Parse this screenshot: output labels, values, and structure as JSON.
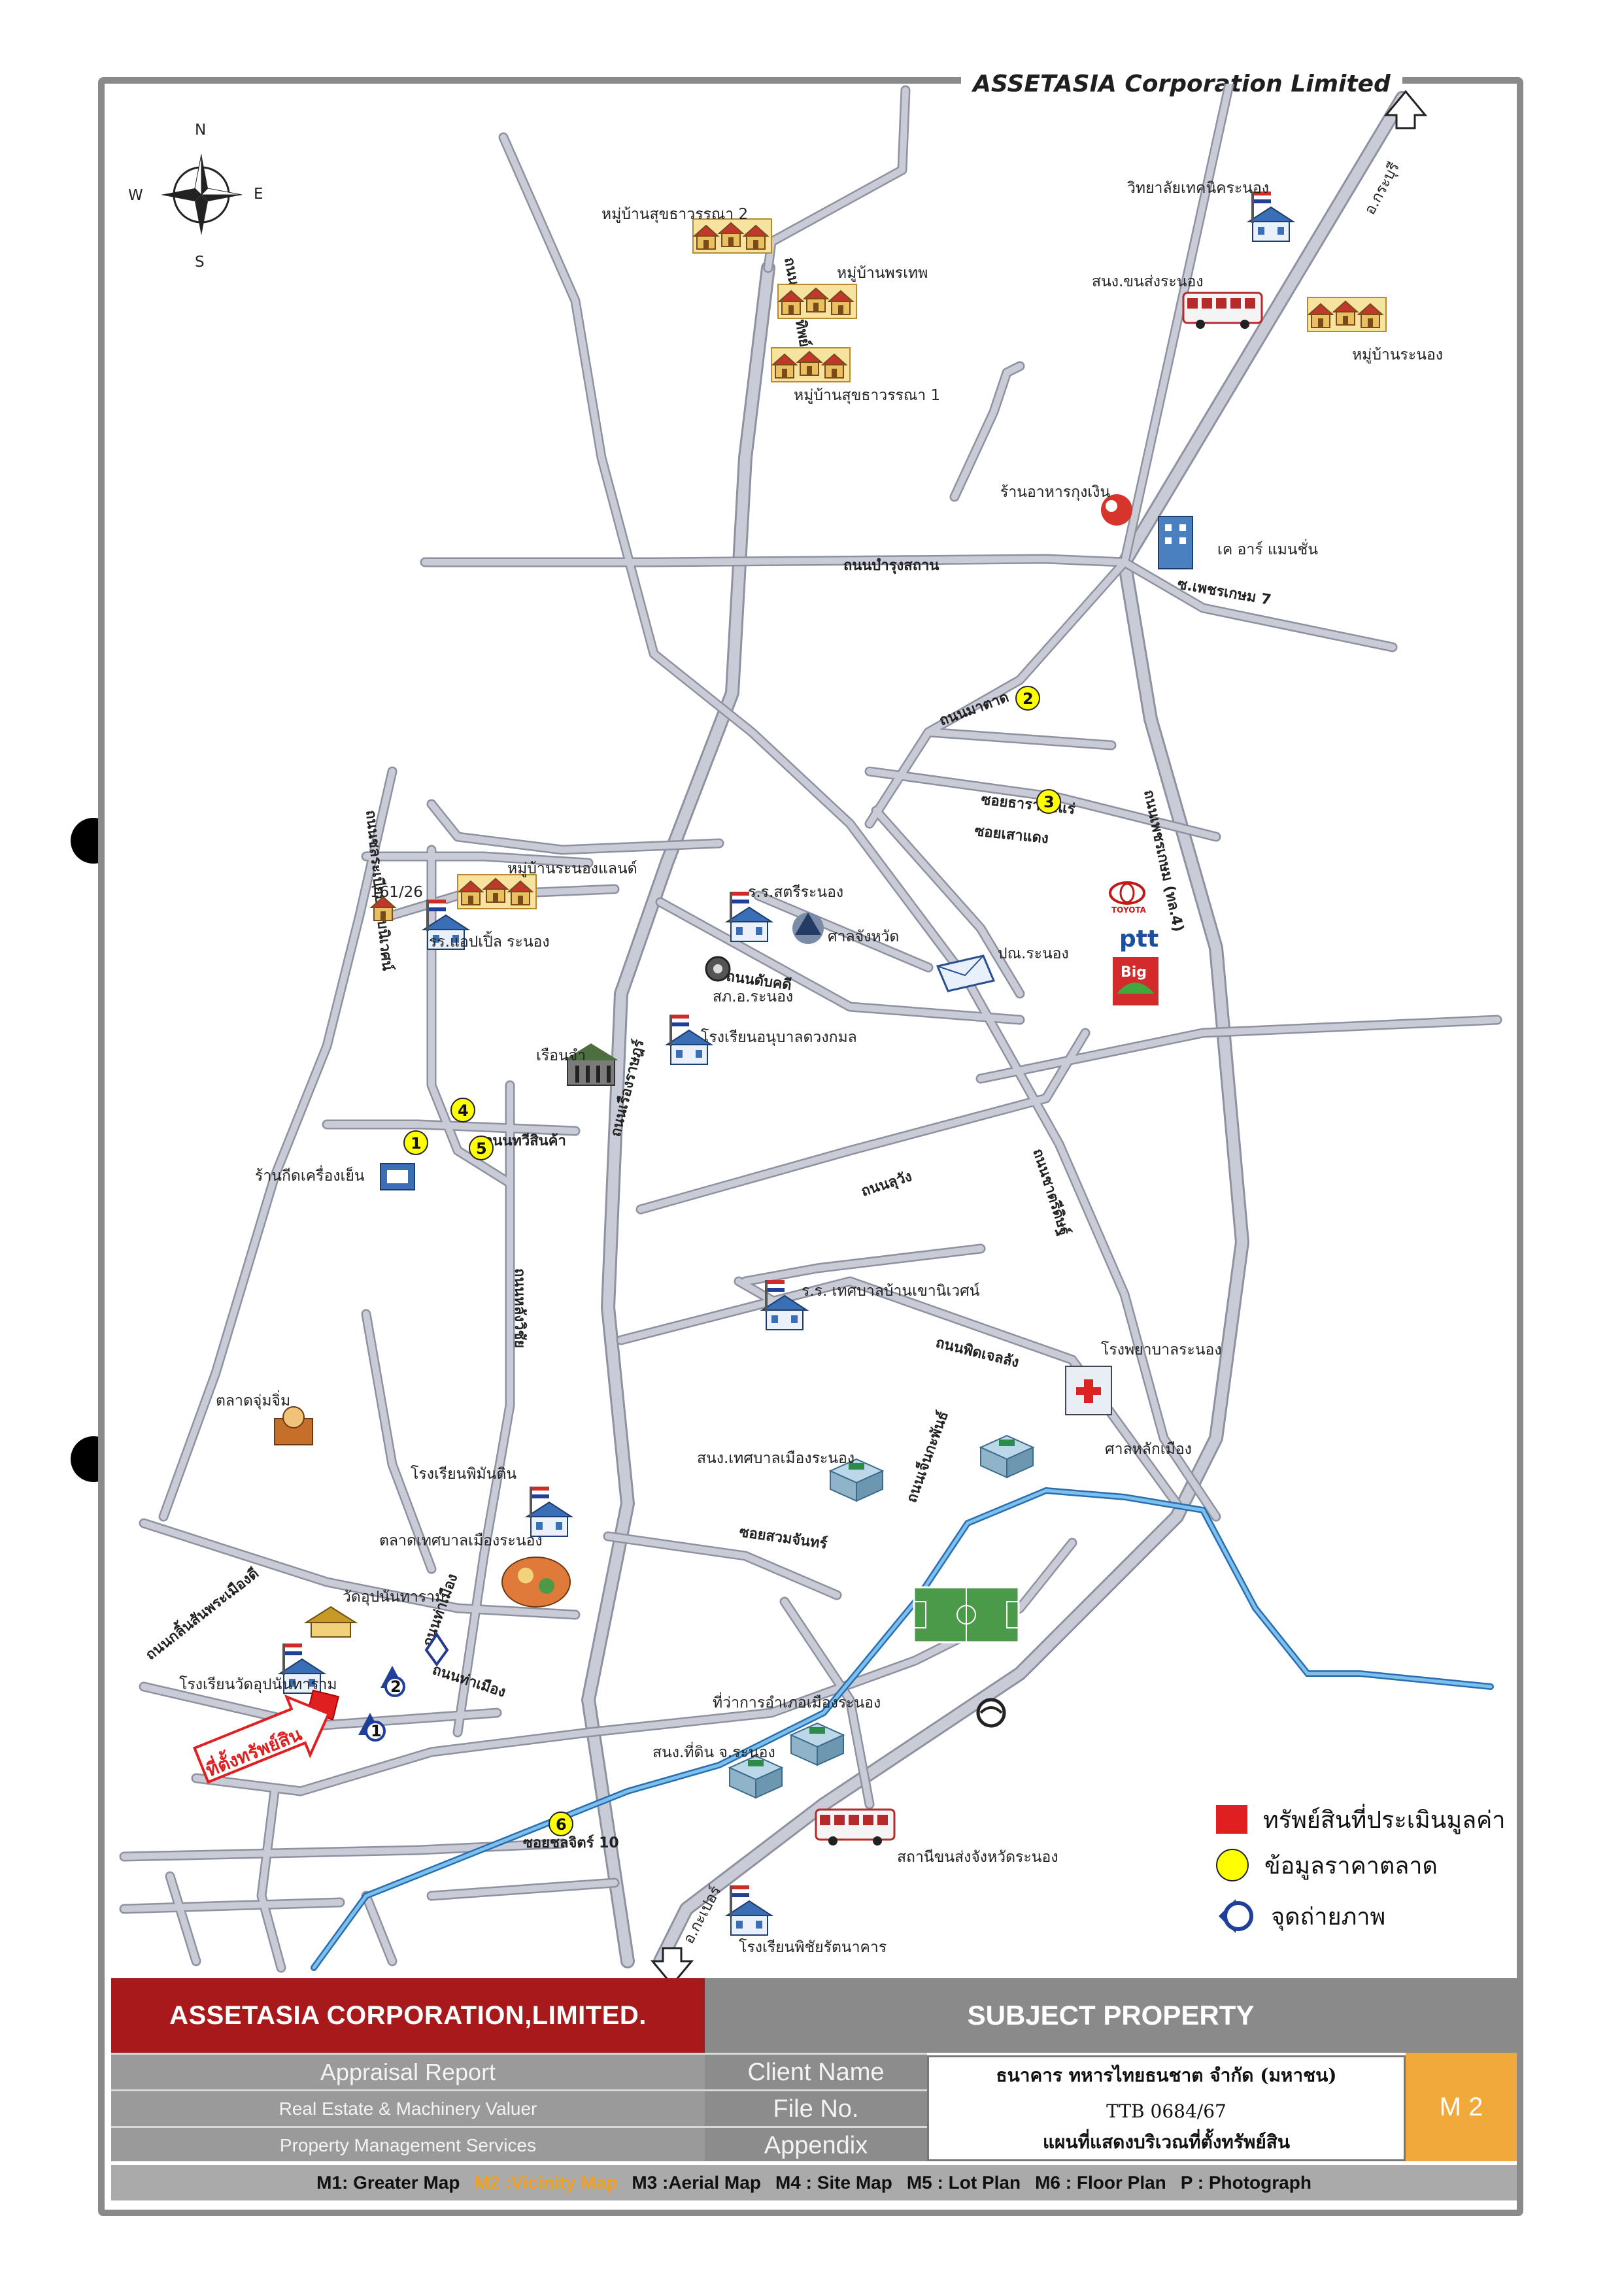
{
  "header": {
    "company": "ASSETASIA Corporation Limited"
  },
  "compass": {
    "n": "N",
    "s": "S",
    "e": "E",
    "w": "W"
  },
  "directions": {
    "to_north": "อ.กระบุรี",
    "to_south": "อ.กะเปอร์"
  },
  "roads": {
    "r1": "ถนนชาตรีทิพย์",
    "r2": "ถนนบำรุงสถาน",
    "r3": "ซ.เพชรเกษม 7",
    "r4": "ถนนมาตาด",
    "r5": "ซอยธาราน้ำแร่",
    "r6": "ซอยเสาแดง",
    "r7": "ถนนเพชรเกษม (ทล.4)",
    "r8": "ถนนชลระเบียบรอบนิเวศน์",
    "r9": "ถนนดับคดี",
    "r10": "ถนนเรืองราษฎร์",
    "r11": "ถนนทวีสินค้า",
    "r12": "ถนนลุวัง",
    "r13": "ถนนชาตรีดิษฐ์",
    "r14": "ถนนหลังวิชัย",
    "r15": "ถนนท่าเมือง",
    "r16": "ถนนกลิ้นสันพระเมืองดี",
    "r17": "ถนนท่าเมือง",
    "r18": "ซอยสวมจันทร์",
    "r19": "ถนนเจ็นกะพันธ์",
    "r20": "ถนนพิดเจลลัง",
    "r21": "ซอยชลจิตร์ 10"
  },
  "places": {
    "p1": "หมู่บ้านสุขธาวรรณา 2",
    "p2": "หมู่บ้านพรเทพ",
    "p3": "หมู่บ้านสุขธาวรรณา 1",
    "p4": "วิทยาลัยเทคนิคระนอง",
    "p5": "สนง.ขนส่งระนอง",
    "p6": "หมู่บ้านระนอง",
    "p7": "ร้านอาหารกุงเงิน",
    "p8": "เค อาร์ แมนชั่น",
    "p9": "161/26",
    "p10": "หมู่บ้านระนองแลนด์",
    "p11": "รร.แอปเปิ้ล ระนอง",
    "p12": "ร.ร.สตรีระนอง",
    "p13": "ศาลจังหวัด",
    "p14": "ปณ.ระนอง",
    "p15": "สภ.อ.ระนอง",
    "p16": "เรือนจำ",
    "p17": "โรงเรียนอนุบาลดวงกมล",
    "p18": "ร้านกีดเครื่องเย็น",
    "p19": "ร.ร. เทศบาลบ้านเขานิเวศน์",
    "p20": "โรงพยาบาลระนอง",
    "p21": "ตลาดจุ่มจิ่ม",
    "p22": "โรงเรียนพิมันติน",
    "p23": "สนง.เทศบาลเมืองระนอง",
    "p24": "ศาลหลักเมือง",
    "p25": "ตลาดเทศบาลเมืองระนอง",
    "p26": "วัดอุปนันทาราม",
    "p27": "โรงเรียนวัดอุปนันทาราม",
    "p28": "ที่ว่าการอำเภอเมืองระนอง",
    "p29": "สนง.ที่ดิน จ.ระนอง",
    "p30": "สถานีขนส่งจังหวัดระนอง",
    "p31": "โรงเรียนพิชัยรัตนาคาร",
    "subject": "ที่ตั้งทรัพย์สิน"
  },
  "brands": {
    "toyota": "TOYOTA",
    "ptt": "ptt",
    "big": "Big"
  },
  "markers": {
    "market": [
      "1",
      "2",
      "3",
      "4",
      "5",
      "6"
    ],
    "photo": [
      "1",
      "2"
    ]
  },
  "legend": {
    "subject": "ทรัพย์สินที่ประเมินมูลค่า",
    "market": "ข้อมูลราคาตลาด",
    "photo": "จุดถ่ายภาพ"
  },
  "footer": {
    "company": "ASSETASIA CORPORATION,LIMITED.",
    "subject": "SUBJECT PROPERTY",
    "left_rows": [
      "Appraisal Report",
      "Real Estate & Machinery Valuer",
      "Property Management Services"
    ],
    "mid_rows": [
      "Client Name",
      "File No.",
      "Appendix"
    ],
    "client": "ธนาคาร ทหารไทยธนชาต จำกัด (มหาชน)",
    "file_no": "TTB 0684/67",
    "appendix": "แผนที่แสดงบริเวณที่ตั้งทรัพย์สิน",
    "code": "M 2",
    "maps": [
      "M1: Greater Map",
      "M2 :Vicinity Map",
      "M3 :Aerial Map",
      "M4 : Site Map",
      "M5 : Lot Plan",
      "M6 : Floor Plan",
      "P : Photograph"
    ]
  },
  "colors": {
    "road": "#c9ccd6",
    "road_edge": "#8e92a0",
    "river": "#4a9ad9",
    "brand_red": "#a8191b",
    "marker_yellow": "#ffff00",
    "code_orange": "#f2a93b"
  }
}
